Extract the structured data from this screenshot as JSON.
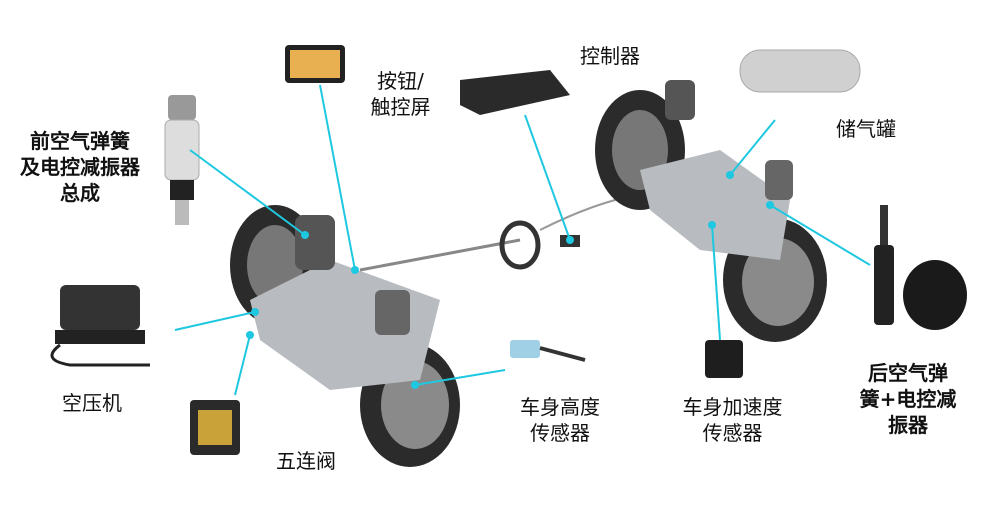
{
  "title": "空气悬架系统组成",
  "colors": {
    "leader_line": "#1ec8e0",
    "label_text": "#111111"
  },
  "labels": {
    "front_spring": [
      "前空气弹簧",
      "及电控减振器",
      "总成"
    ],
    "button_screen": [
      "按钮/",
      "触控屏"
    ],
    "controller": [
      "控制器"
    ],
    "air_tank": [
      "储气罐"
    ],
    "compressor": [
      "空压机"
    ],
    "valve_block": [
      "五连阀"
    ],
    "height_sensor": [
      "车身高度",
      "传感器"
    ],
    "accel_sensor": [
      "车身加速度",
      "传感器"
    ],
    "rear_spring": [
      "后空气弹",
      "簧+电控减",
      "振器"
    ]
  }
}
